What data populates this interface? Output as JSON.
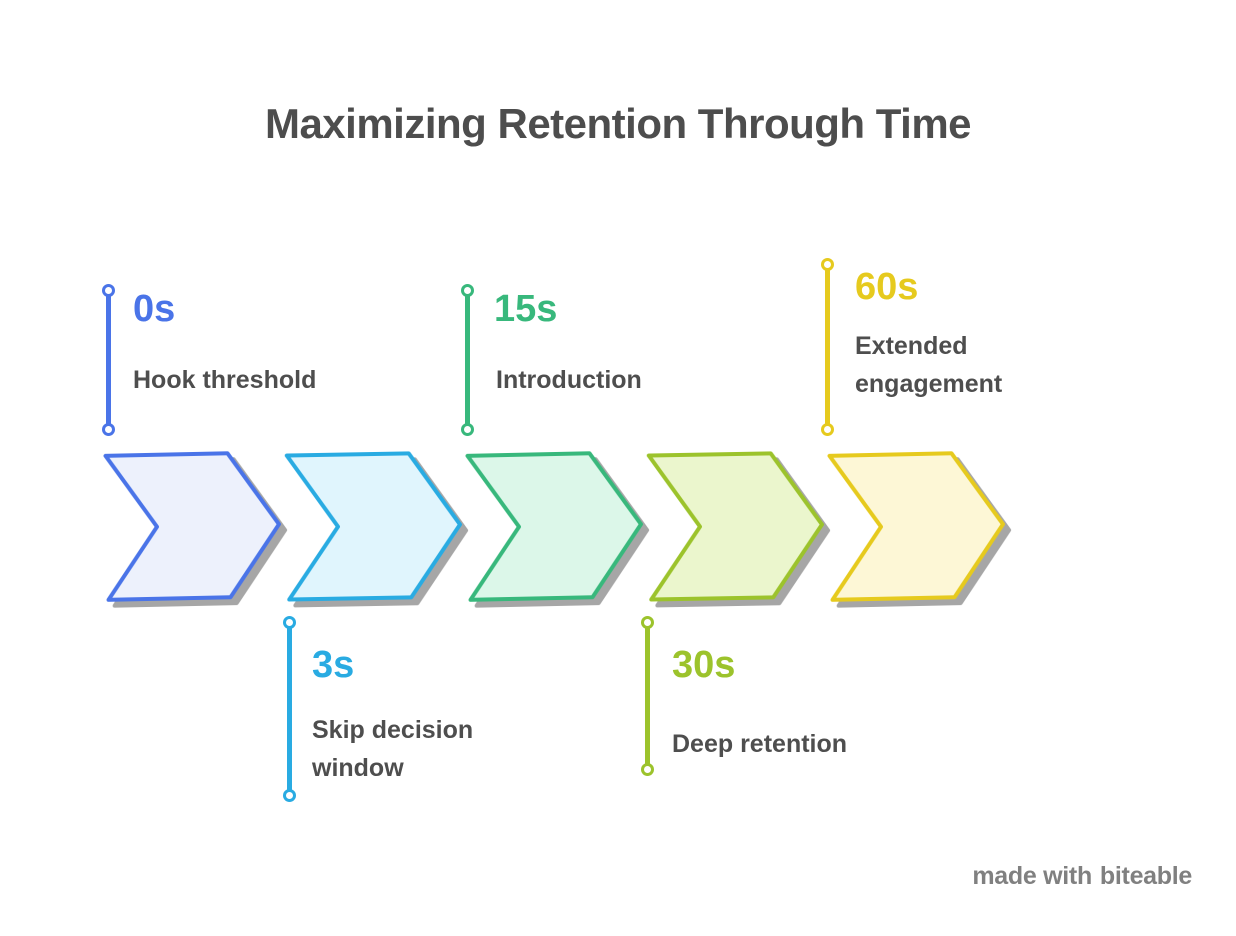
{
  "title": "Maximizing Retention Through Time",
  "watermark": {
    "prefix": "made with",
    "brand": "biteable"
  },
  "stages": [
    {
      "time": "0s",
      "label": "Hook threshold",
      "accent": "#4a74e8",
      "fill": "#edf1fc",
      "side": "top"
    },
    {
      "time": "3s",
      "label": "Skip decision window",
      "accent": "#29abe2",
      "fill": "#e0f5fd",
      "side": "bottom"
    },
    {
      "time": "15s",
      "label": "Introduction",
      "accent": "#38b87c",
      "fill": "#dcf7e9",
      "side": "top"
    },
    {
      "time": "30s",
      "label": "Deep retention",
      "accent": "#9cc32c",
      "fill": "#ebf6cd",
      "side": "bottom"
    },
    {
      "time": "60s",
      "label": "Extended engagement",
      "accent": "#e6ca1e",
      "fill": "#fdf7d6",
      "side": "top"
    }
  ],
  "colors": {
    "background": "#ffffff",
    "title_text": "#4d4d4d",
    "label_text": "#4e4e4e",
    "watermark_text": "#808080",
    "shadow": "#a6a6a6"
  }
}
